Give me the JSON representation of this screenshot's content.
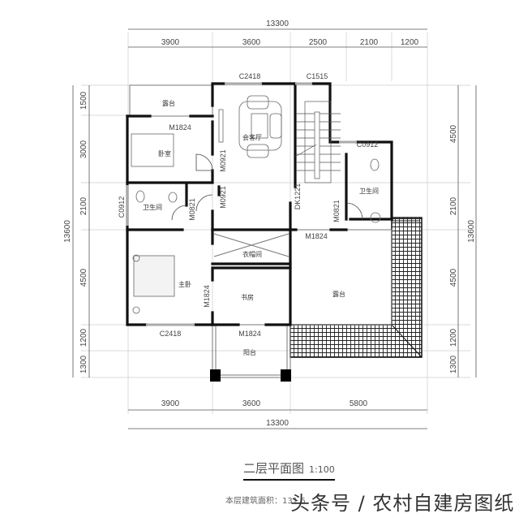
{
  "plan": {
    "title": "二层平面图",
    "scale": "1:100",
    "area_label": "本层建筑面积：131.6",
    "watermark": "头条号 / 农村自建房图纸"
  },
  "dimensions": {
    "top_total": "13300",
    "top_segments": [
      "3900",
      "3600",
      "2500",
      "2100",
      "1200"
    ],
    "bottom_segments": [
      "3900",
      "3600",
      "5800"
    ],
    "bottom_total": "13300",
    "left_total": "13600",
    "left_segments": [
      "1500",
      "3000",
      "2100",
      "4500",
      "1200",
      "1300"
    ],
    "right_total": "13600",
    "right_segments": [
      "4500",
      "2100",
      "4500",
      "1200",
      "1300"
    ]
  },
  "openings": {
    "c2418_top": "C2418",
    "c1515": "C1515",
    "m1824_bed": "M1824",
    "c0912_right": "C0912",
    "c0912_left": "C0912",
    "m0921_a": "M0921",
    "m0921_b": "M0921",
    "m0821_left": "M0821",
    "dk1221": "DK1221",
    "m0821_right": "M0821",
    "m1824_corr": "M1824",
    "m1824_master": "M1824",
    "c2418_bottom": "C2418",
    "m1824_study": "M1824"
  },
  "rooms": {
    "terrace_top": "露台",
    "bedroom": "卧室",
    "living": "会客厅",
    "bath_left": "卫生间",
    "bath_right": "卫生间",
    "master": "主卧",
    "wardrobe": "衣帽间",
    "study": "书房",
    "terrace_right": "露台",
    "balcony": "阳台"
  }
}
